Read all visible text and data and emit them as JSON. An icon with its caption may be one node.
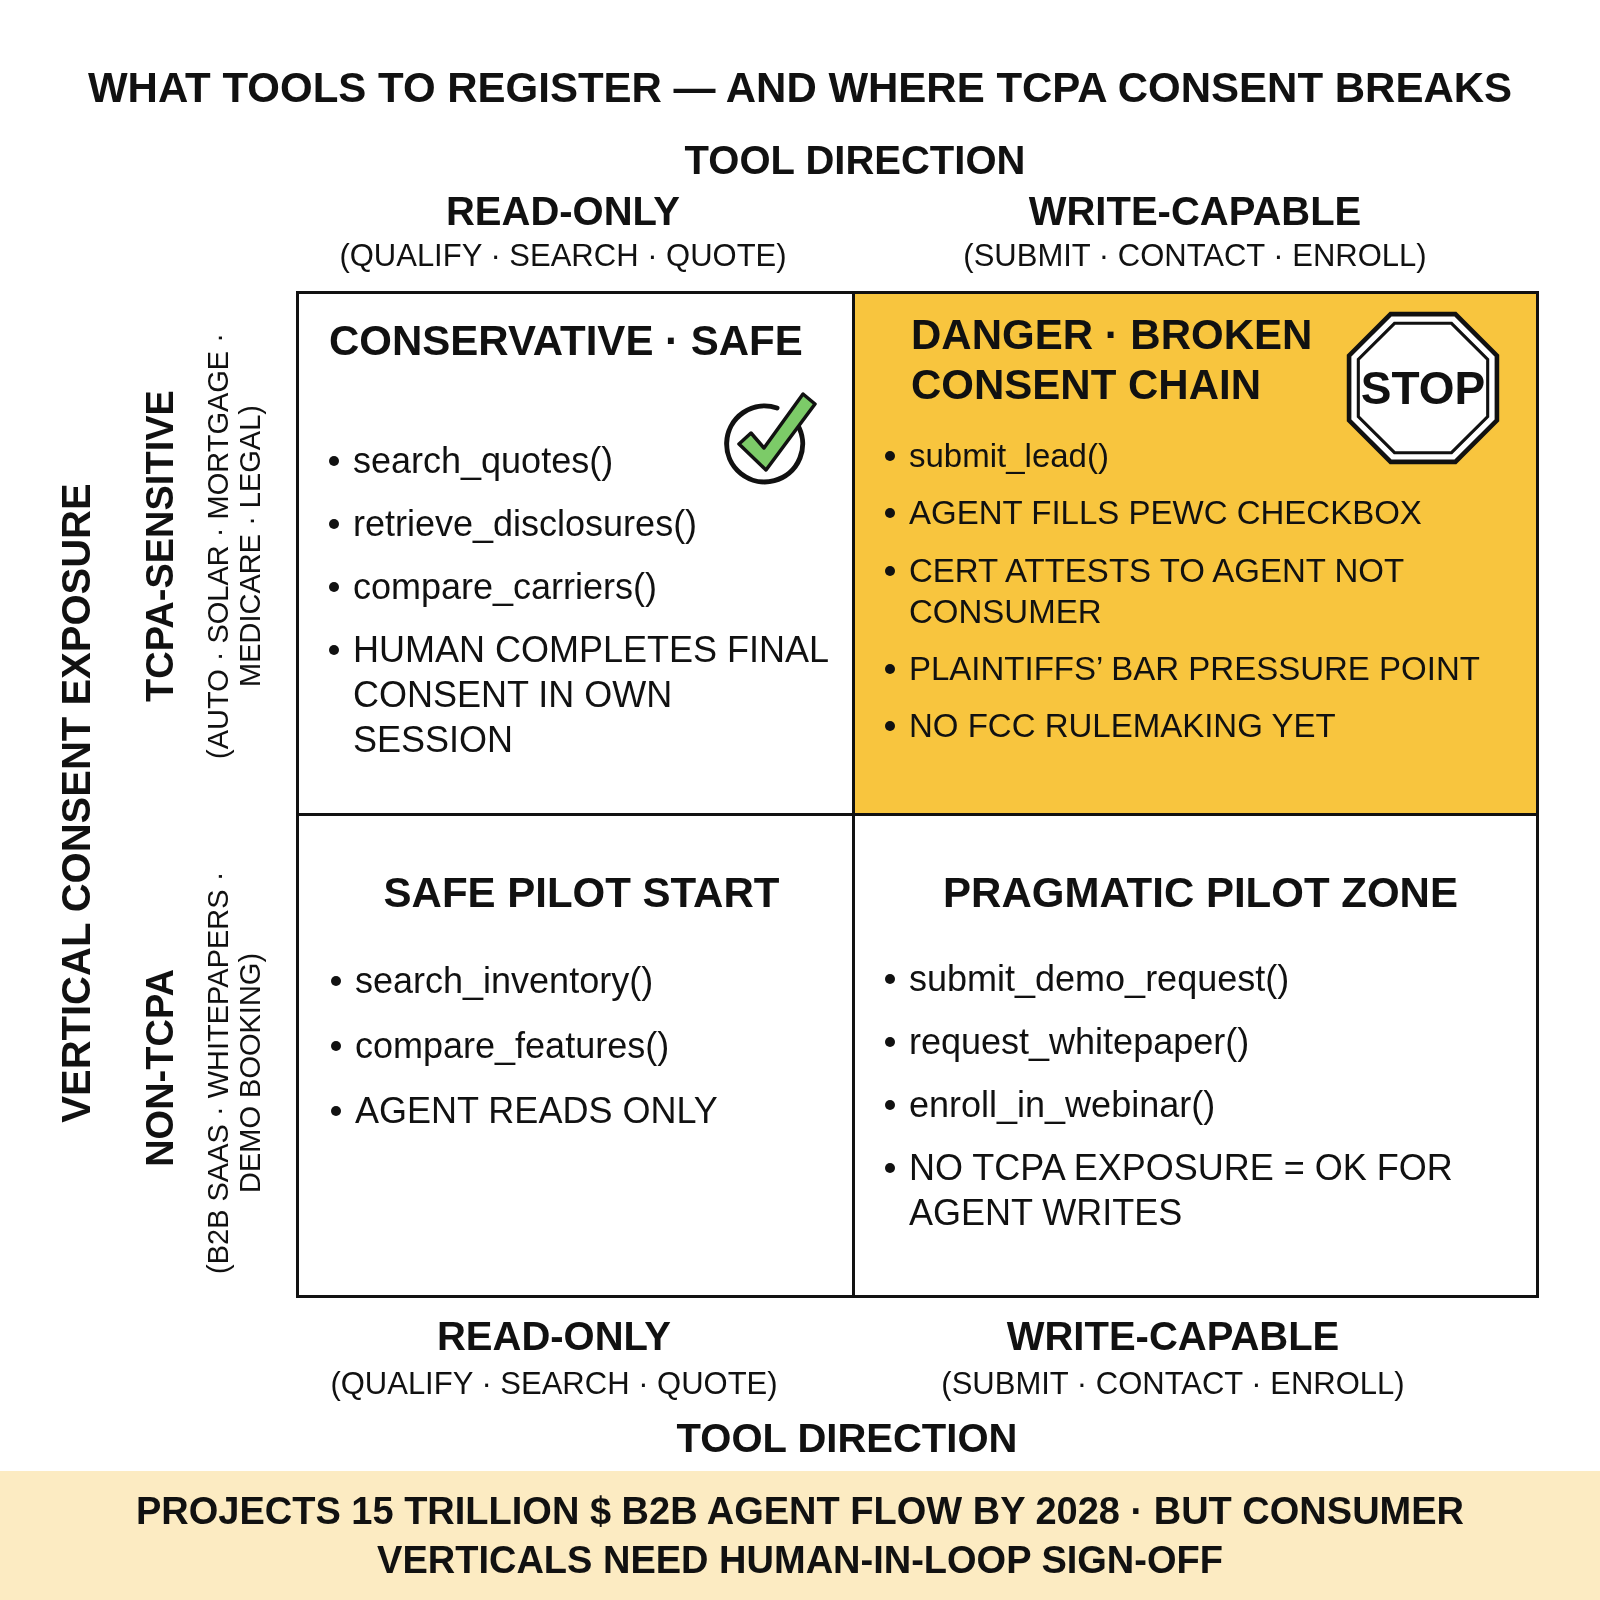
{
  "diagram": {
    "title": "WHAT TOOLS TO REGISTER — AND WHERE TCPA CONSENT BREAKS",
    "caption": "PROJECTS 15 TRILLION $ B2B AGENT FLOW BY 2028 · BUT CONSUMER VERTICALS NEED HUMAN-IN-LOOP SIGN-OFF",
    "nodes": [
      {
        "text": [
          "CONSERVATIVE · SAFE",
          "search_quotes()",
          "retrieve_disclosures()",
          "compare_carriers()",
          "HUMAN COMPLETES FINAL CONSENT IN OWN SESSION"
        ]
      },
      {
        "text": [
          "DANGER · BROKEN CONSENT CHAIN",
          "submit_lead()",
          "AGENT FILLS PEWC CHECKBOX",
          "CERT ATTESTS TO AGENT NOT CONSUMER",
          "PLAINTIFFS’ BAR PRESSURE POINT",
          "NO FCC RULEMAKING YET"
        ]
      },
      {
        "text": [
          "STOP"
        ],
        "in": 1
      },
      {
        "text": [
          "SAFE PILOT START",
          "search_inventory()",
          "compare_features()",
          "AGENT READS ONLY"
        ]
      },
      {
        "text": [
          "PRAGMATIC PILOT ZONE",
          "submit_demo_request()",
          "request_whitepaper()",
          "enroll_in_webinar()",
          "NO TCPA EXPOSURE = OK FOR AGENT WRITES"
        ]
      }
    ],
    "edges": [],
    "labels": [
      "TOOL DIRECTION",
      "READ-ONLY",
      "(QUALIFY · SEARCH · QUOTE)",
      "WRITE-CAPABLE",
      "(SUBMIT · CONTACT · ENROLL)",
      "VERTICAL CONSENT EXPOSURE",
      "TCPA-SENSITIVE",
      "(AUTO · SOLAR · MORTGAGE · MEDICARE · LEGAL)",
      "NON-TCPA",
      "(B2B SAAS · WHITEPAPERS · DEMO BOOKING)",
      "READ-ONLY",
      "(QUALIFY · SEARCH · QUOTE)",
      "WRITE-CAPABLE",
      "(SUBMIT · CONTACT · ENROLL)",
      "TOOL DIRECTION"
    ]
  }
}
